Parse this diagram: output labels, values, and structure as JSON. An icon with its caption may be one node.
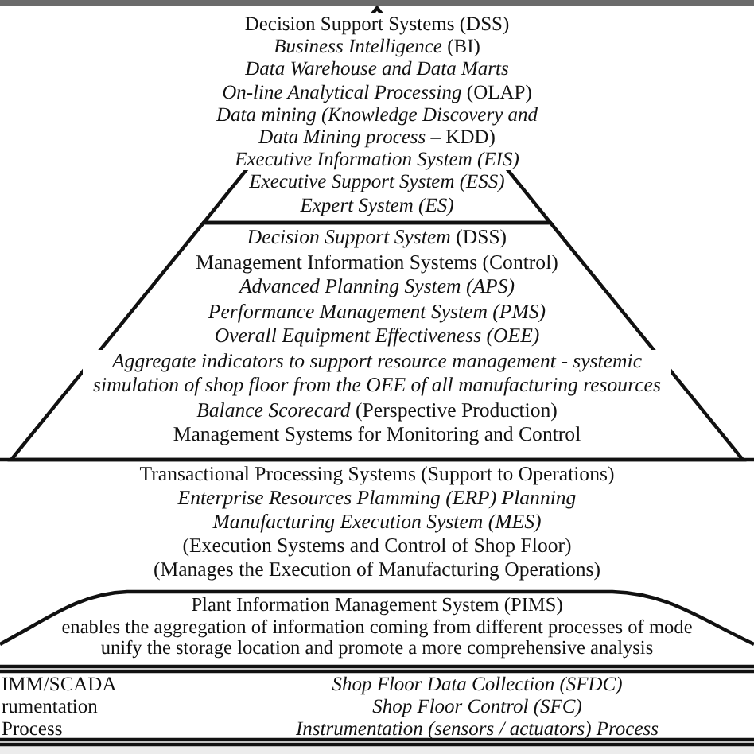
{
  "diagram": {
    "nodes": [
      {
        "text": [
          "Decision Support Systems (DSS)",
          "*Business Intelligence* (BI)",
          "Data Warehouse and Data Marts",
          "*On-line Analytical Processing* (OLAP)",
          "*Data mining (Knowledge Discovery and Data Mining process* – KDD)",
          "Executive Information System (EIS)",
          "Executive Support System (ESS)",
          "Expert System (ES)"
        ]
      },
      {
        "text": [
          "*Decision Support System* (DSS)",
          "Management Information Systems (Control)",
          "Advanced Planning System (APS)",
          "Performance Management System (PMS)",
          "Overall Equipment Effectiveness (OEE)",
          "Aggregate indicators to support resource management - systemic simulation of shop floor from the OEE of all manufacturing resources",
          "*Balance Scorecard* (Perspective Production)",
          "Management Systems for Monitoring and Control"
        ]
      },
      {
        "text": [
          "Transactional Processing Systems (Support to Operations)",
          "Enterprise Resources Plamming (ERP) Planning",
          "Manufacturing Execution System (MES)",
          "(Execution Systems and Control of Shop Floor)",
          "(Manages the Execution of Manufacturing Operations)"
        ]
      },
      {
        "text": [
          "Plant Information Management System (PIMS)",
          "enables the aggregation of information coming from different processes of mode unify the storage location and promote a more comprehensive analysis"
        ]
      },
      {
        "text": [
          "IMM/SCADA",
          "rumentation",
          "Process",
          "Shop Floor Data Collection (SFDC)",
          "Shop Floor Control (SFC)",
          "Instrumentation (sensors / actuators) Process"
        ]
      }
    ]
  }
}
